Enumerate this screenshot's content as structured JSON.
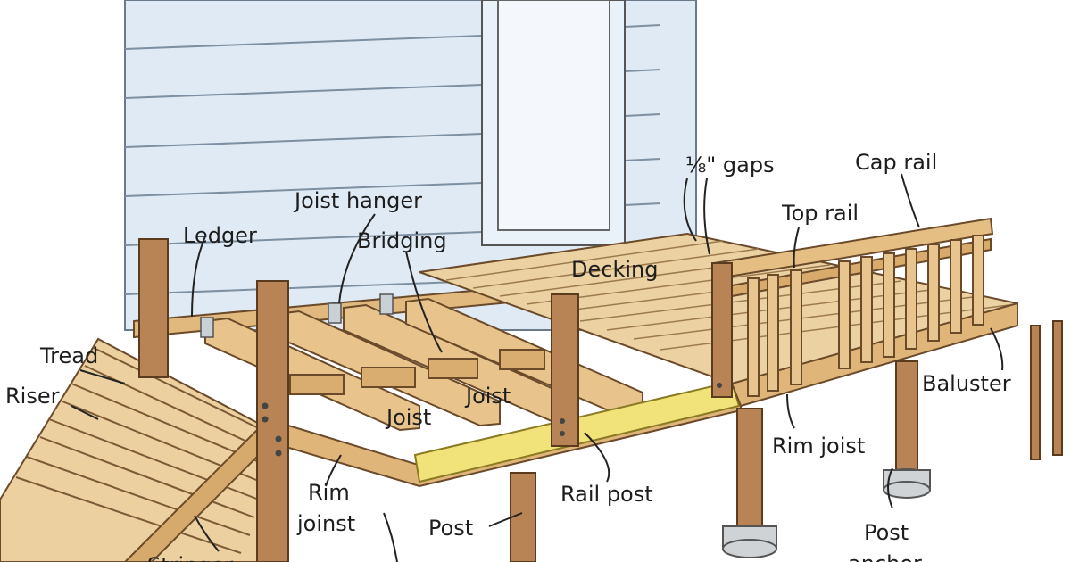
{
  "labels": {
    "gaps": "⅛\" gaps",
    "cap_rail": "Cap rail",
    "joist_hanger": "Joist hanger",
    "top_rail": "Top rail",
    "ledger": "Ledger",
    "bridging": "Bridging",
    "decking": "Decking",
    "tread": "Tread",
    "riser": "Riser",
    "baluster": "Baluster",
    "joist_right": "Joist",
    "joist_left": "Joist",
    "rim_joist_right": "Rim joist",
    "rim_joinst_1": "Rim",
    "rim_joinst_2": "joinst",
    "post": "Post",
    "rail_post": "Rail post",
    "post_anchor_1": "Post",
    "post_anchor_2": "anchor",
    "stringer": "Stringer"
  },
  "colors": {
    "wall": "#dfeaf4",
    "wood": "#e7c690",
    "wood_dark": "#b07e4a",
    "post": "#b88455",
    "highlight": "#f2e27a"
  }
}
